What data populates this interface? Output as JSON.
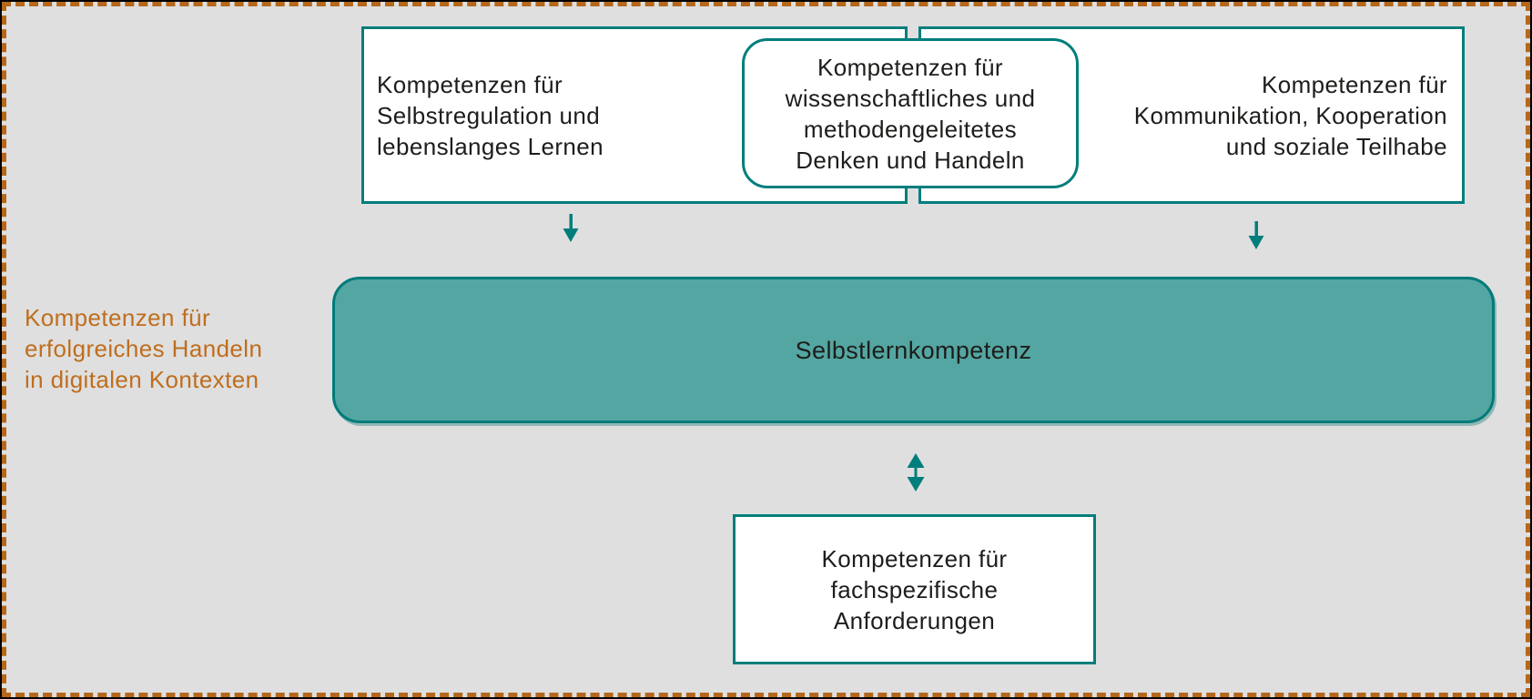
{
  "diagram": {
    "caption": {
      "text": "Kompetenzen für\nerfolgreiches Handeln\nin digitalen Kontexten"
    },
    "boxes": {
      "top_left": {
        "text": "Kompetenzen für\nSelbstregulation und\nlebenslanges Lernen"
      },
      "top_center": {
        "text": "Kompetenzen für\nwissenschaftliches und\nmethodengeleitetes\nDenken und Handeln"
      },
      "top_right": {
        "text": "Kompetenzen für\nKommunikation, Kooperation\nund soziale Teilhabe"
      },
      "center": {
        "text": "Selbstlernkompetenz"
      },
      "bottom": {
        "text": "Kompetenzen für\nfachspezifische\nAnforderungen"
      }
    },
    "icons": {
      "left_arrow": "arrow-down",
      "right_arrow": "arrow-down",
      "middle_arrow": "arrow-up-down"
    },
    "colors": {
      "teal_border": "#007e7c",
      "teal_fill": "#54a6a2",
      "orange_accent": "#bf6e1e",
      "frame_dash": "#b5671b",
      "background": "#dfdfdf",
      "text": "#1d1d1b"
    }
  }
}
